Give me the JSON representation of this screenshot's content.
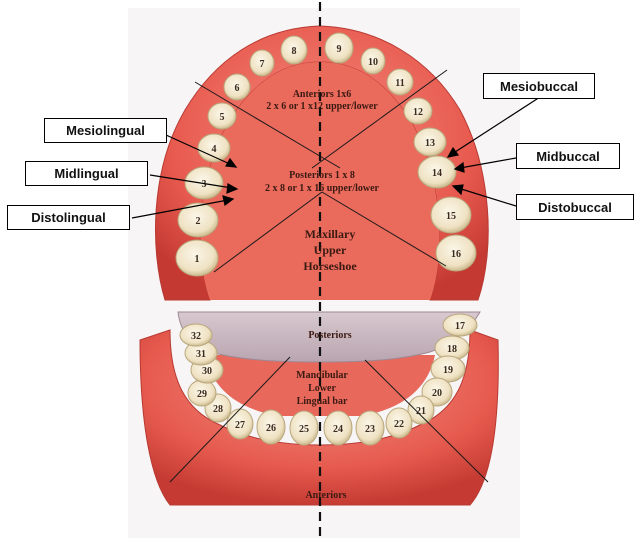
{
  "labels": {
    "mesiolingual": "Mesiolingual",
    "midlingual": "Midlingual",
    "distolingual": "Distolingual",
    "mesiobuccal": "Mesiobuccal",
    "midbuccal": "Midbuccal",
    "distobuccal": "Distobuccal"
  },
  "upper": {
    "anteriors_line1": "Anteriors 1x6",
    "anteriors_line2": "2 x 6 or 1 x12 upper/lower",
    "posteriors_line1": "Posteriors 1 x 8",
    "posteriors_line2": "2 x 8 or 1 x 16 upper/lower",
    "name_line1": "Maxillary",
    "name_line2": "Upper",
    "name_line3": "Horseshoe"
  },
  "lower": {
    "posteriors": "Posteriors",
    "name_line1": "Mandibular",
    "name_line2": "Lower",
    "name_line3": "Lingual bar",
    "anteriors": "Anteriors"
  },
  "teeth": {
    "t1": "1",
    "t2": "2",
    "t3": "3",
    "t4": "4",
    "t5": "5",
    "t6": "6",
    "t7": "7",
    "t8": "8",
    "t9": "9",
    "t10": "10",
    "t11": "11",
    "t12": "12",
    "t13": "13",
    "t14": "14",
    "t15": "15",
    "t16": "16",
    "t17": "17",
    "t18": "18",
    "t19": "19",
    "t20": "20",
    "t21": "21",
    "t22": "22",
    "t23": "23",
    "t24": "24",
    "t25": "25",
    "t26": "26",
    "t27": "27",
    "t28": "28",
    "t29": "29",
    "t30": "30",
    "t31": "31",
    "t32": "32"
  },
  "colors": {
    "gum": "#e8584e",
    "gum_light": "#f48a7e",
    "tooth": "#f4ead2",
    "tooth_edge": "#b9a77d",
    "plate": "#c9b7c0"
  }
}
